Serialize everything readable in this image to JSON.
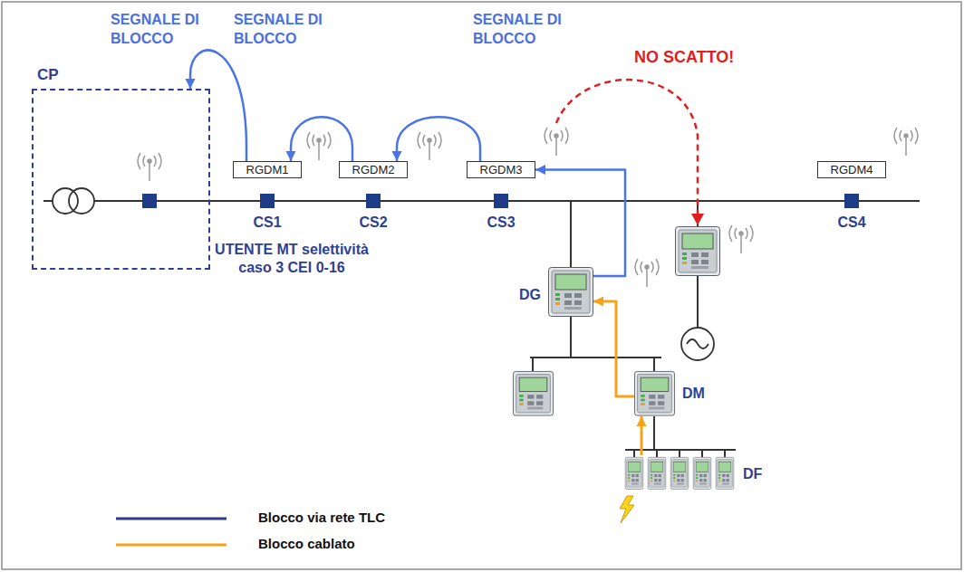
{
  "diagram": {
    "nodes": [
      {
        "text": [
          "CP"
        ]
      },
      {
        "text": [
          "RGDM1"
        ]
      },
      {
        "text": [
          "RGDM2"
        ]
      },
      {
        "text": [
          "RGDM3"
        ]
      },
      {
        "text": [
          "RGDM4"
        ]
      },
      {
        "text": [
          "DG"
        ]
      },
      {
        "text": [
          "DM"
        ]
      },
      {
        "text": [
          "DF"
        ]
      }
    ],
    "edges": [
      {
        "from": 3,
        "to": 2,
        "arrow": "to",
        "label": "SEGNALE DI BLOCCO"
      },
      {
        "from": 2,
        "to": 1,
        "arrow": "to",
        "label": "SEGNALE DI BLOCCO"
      },
      {
        "from": 1,
        "to": 0,
        "arrow": "to",
        "label": "SEGNALE DI BLOCCO"
      },
      {
        "from": 5,
        "to": 3,
        "arrow": "to"
      },
      {
        "from": 6,
        "to": 5,
        "arrow": "to"
      },
      {
        "from": 7,
        "to": 6,
        "arrow": "to"
      }
    ],
    "labels": [
      "NO SCATTO!",
      "CS1",
      "CS2",
      "CS3",
      "CS4",
      "UTENTE MT selettività caso 3 CEI 0-16"
    ],
    "legend": [
      {
        "text": "Blocco via rete TLC"
      },
      {
        "text": "Blocco cablato"
      }
    ]
  }
}
